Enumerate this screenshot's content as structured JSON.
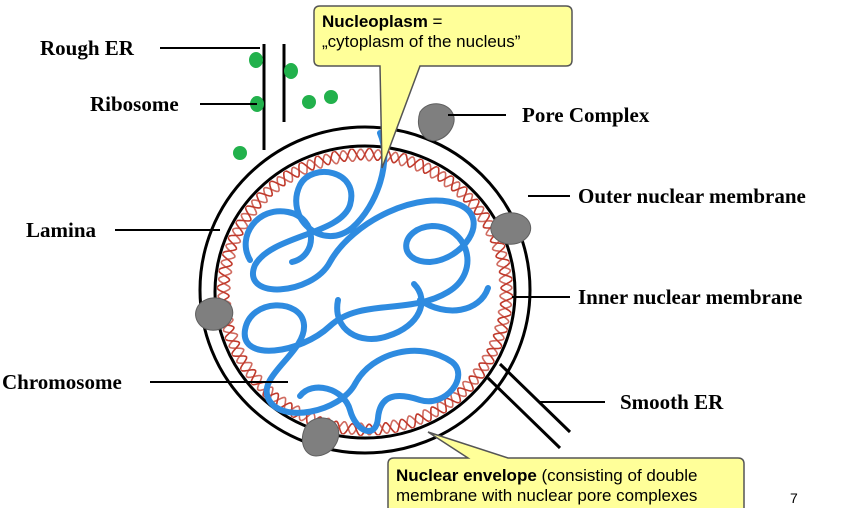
{
  "labels": {
    "rough_er": "Rough ER",
    "ribosome": "Ribosome",
    "lamina": "Lamina",
    "chromosome": "Chromosome",
    "pore_complex": "Pore Complex",
    "outer_membrane": "Outer nuclear membrane",
    "inner_membrane": "Inner nuclear membrane",
    "smooth_er": "Smooth ER"
  },
  "callouts": {
    "nucleoplasm_term": "Nucleoplasm",
    "nucleoplasm_eq": " =",
    "nucleoplasm_def": "„cytoplasm of the nucleus”",
    "envelope_term": "Nuclear envelope",
    "envelope_line1": " (consisting of double",
    "envelope_line2": "membrane with nuclear pore complexes"
  },
  "page_number": "7",
  "colors": {
    "callout_fill": "#ffff99",
    "chromatin": "#2e8be0",
    "lamina": "#c0392b",
    "ribosome": "#22b14c",
    "pore": "#808080"
  }
}
